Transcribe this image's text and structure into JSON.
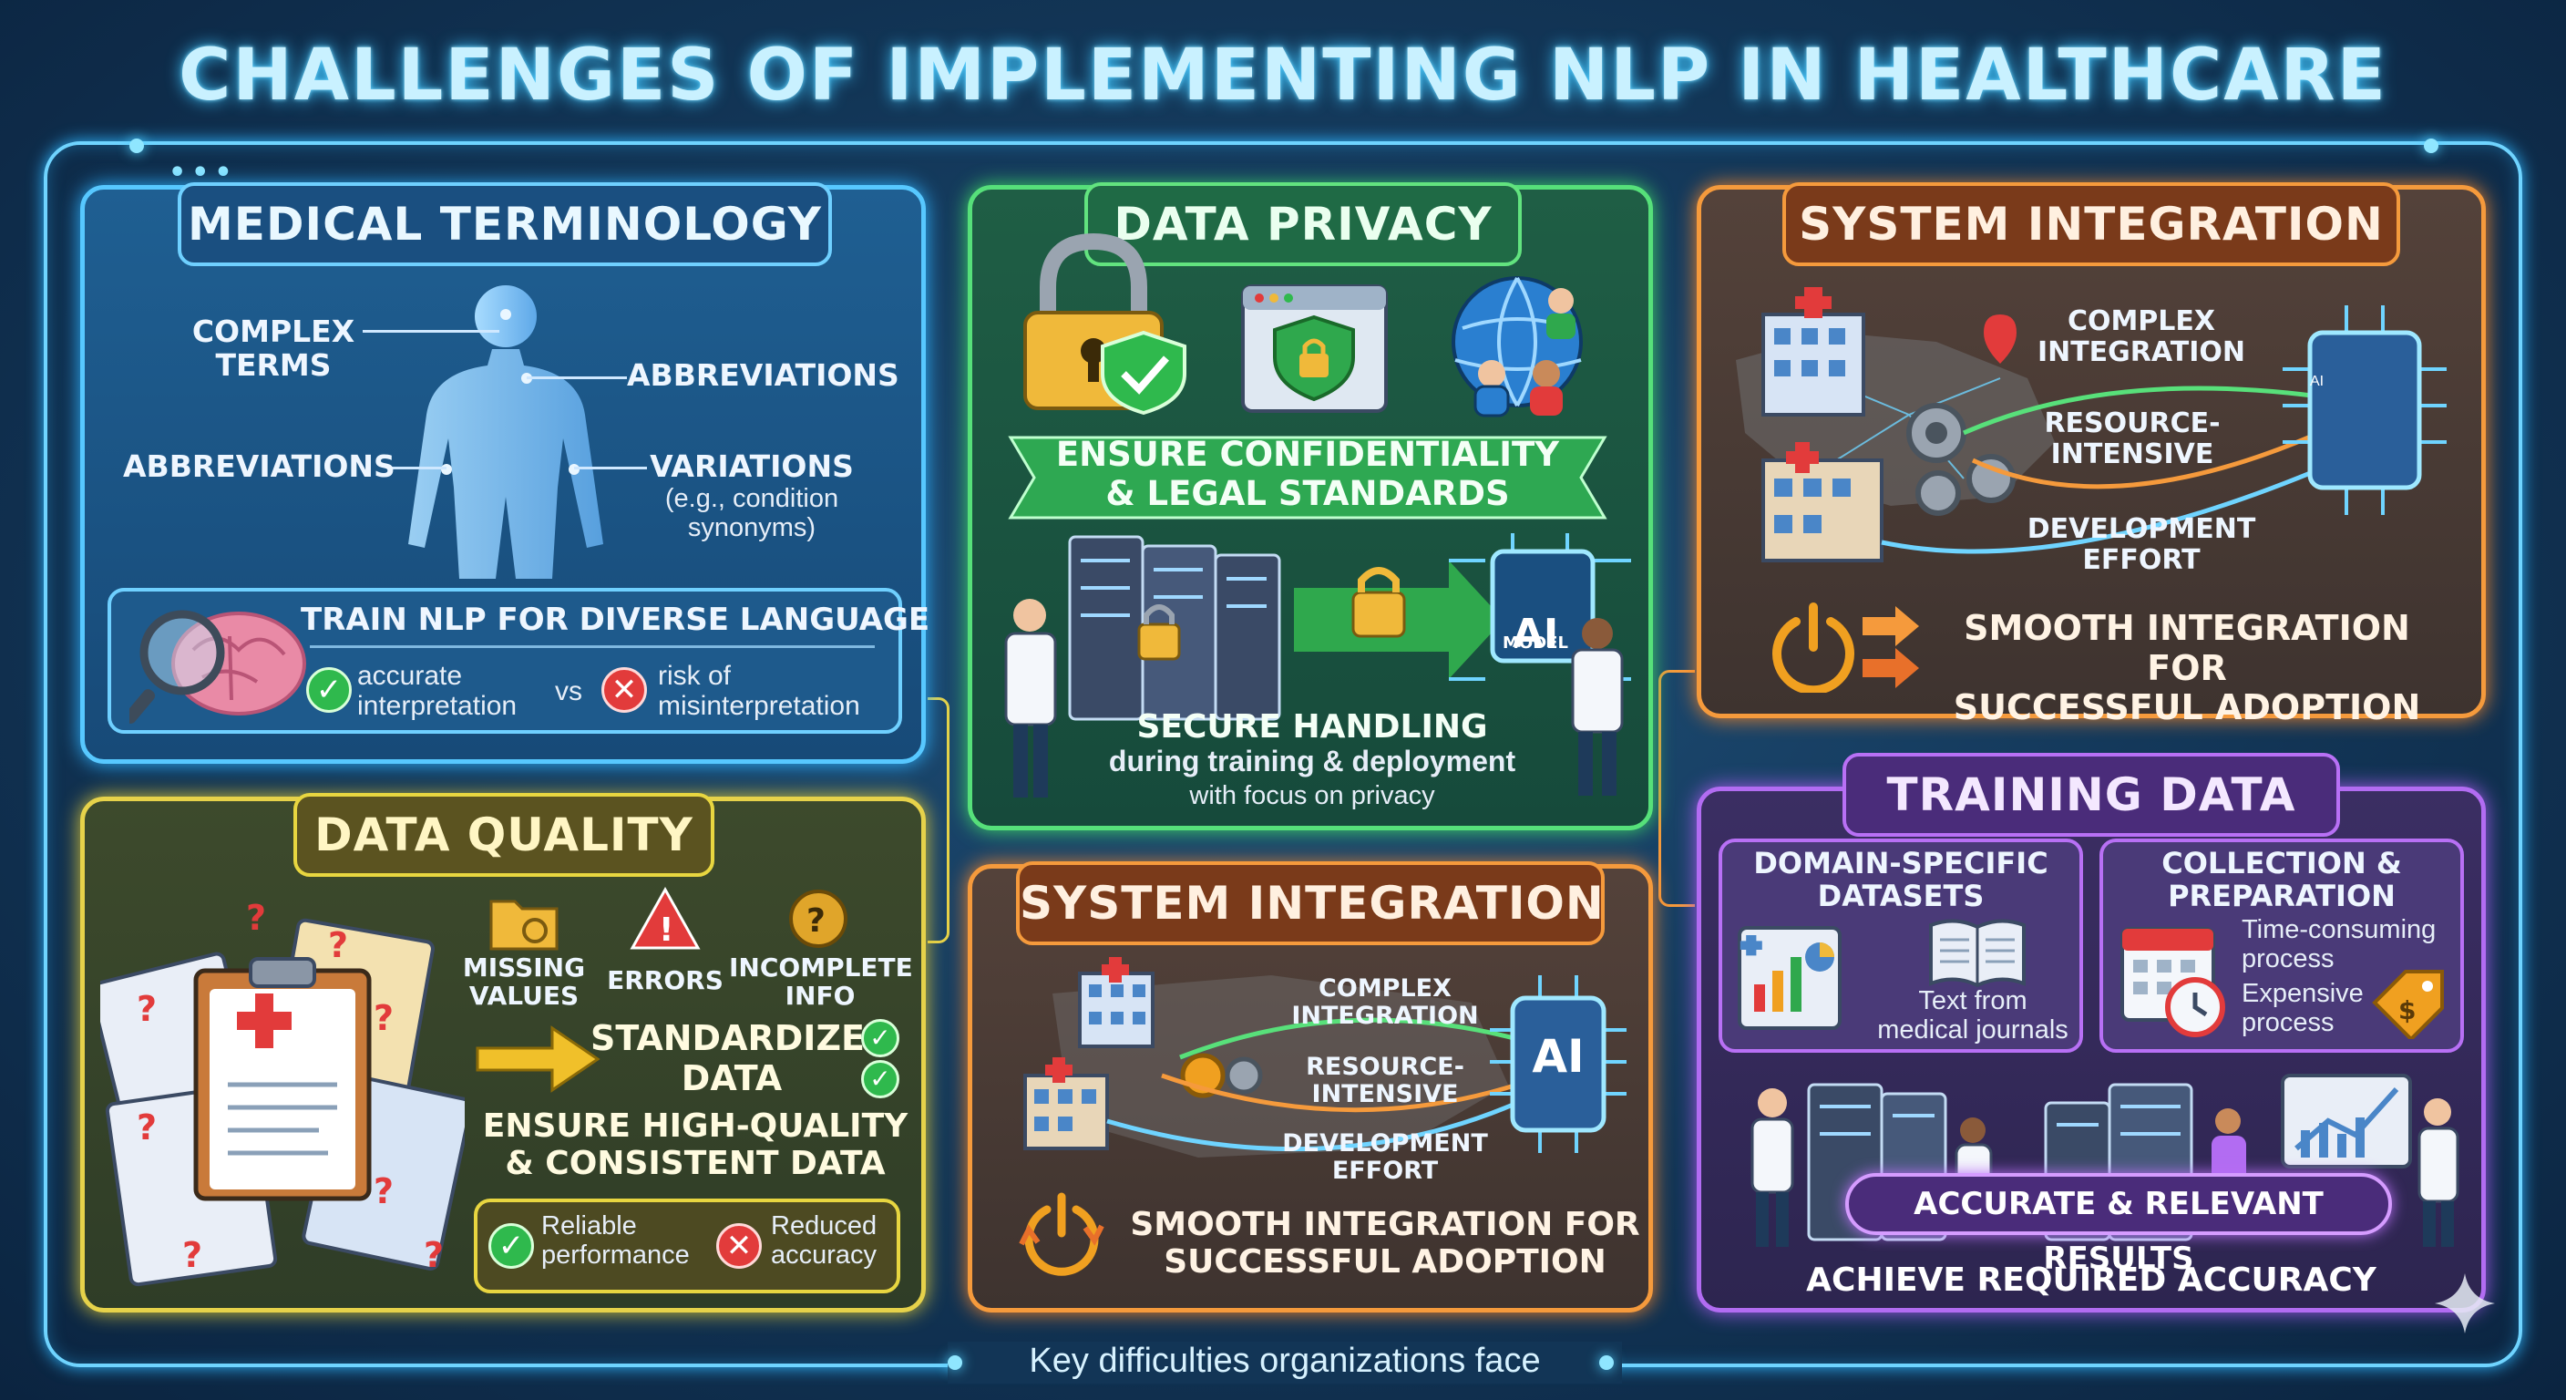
{
  "title": "CHALLENGES OF IMPLEMENTING NLP IN HEALTHCARE",
  "footer": "Key difficulties organizations face",
  "medical_terminology": {
    "heading": "MEDICAL TERMINOLOGY",
    "complex_terms": "COMPLEX\nTERMS",
    "abbreviations_right": "ABBREVIATIONS",
    "abbreviations_left": "ABBREVIATIONS",
    "variations": "VARIATIONS",
    "variations_note": "(e.g., condition\nsynonyms)",
    "train_title": "TRAIN NLP FOR DIVERSE LANGUAGE",
    "accurate": "accurate\ninterpretation",
    "vs": "vs",
    "risk": "risk of\nmisinterpretation"
  },
  "data_quality": {
    "heading": "DATA QUALITY",
    "missing": "MISSING\nVALUES",
    "errors": "ERRORS",
    "incomplete": "INCOMPLETE\nINFO",
    "standardized": "STANDARDIZED\nDATA",
    "ensure": "ENSURE HIGH-QUALITY\n& CONSISTENT DATA",
    "reliable": "Reliable\nperformance",
    "reduced": "Reduced\naccuracy"
  },
  "data_privacy": {
    "heading": "DATA PRIVACY",
    "ribbon": "ENSURE CONFIDENTIALITY\n& LEGAL STANDARDS",
    "ai_label": "AI",
    "model_label": "MODEL",
    "secure": "SECURE HANDLING",
    "during": "during training & deployment",
    "focus": "with focus on privacy"
  },
  "system_integration_top": {
    "heading": "SYSTEM INTEGRATION",
    "complex": "COMPLEX\nINTEGRATION",
    "resource": "RESOURCE-\nINTENSIVE",
    "development": "DEVELOPMENT\nEFFORT",
    "ai_label": "AI",
    "smooth": "SMOOTH INTEGRATION FOR\nSUCCESSFUL ADOPTION"
  },
  "system_integration_mid": {
    "heading": "SYSTEM INTEGRATION",
    "complex": "COMPLEX\nINTEGRATION",
    "resource": "RESOURCE-\nINTENSIVE",
    "development": "DEVELOPMENT\nEFFORT",
    "ai_label": "AI",
    "smooth": "SMOOTH INTEGRATION FOR\nSUCCESSFUL ADOPTION"
  },
  "training_data": {
    "heading": "TRAINING DATA",
    "domain_title": "DOMAIN-SPECIFIC\nDATASETS",
    "text_from": "Text from\nmedical journals",
    "collection_title": "COLLECTION &\nPREPARATION",
    "time": "Time-consuming\nprocess",
    "expensive": "Expensive\nprocess",
    "accurate_results": "ACCURATE & RELEVANT RESULTS",
    "achieve": "ACHIEVE REQUIRED ACCURACY"
  },
  "colors": {
    "blue": "#57c8ff",
    "yellow": "#e6d24a",
    "green": "#56e07a",
    "orange": "#f59a3c",
    "purple": "#b26cf2"
  }
}
